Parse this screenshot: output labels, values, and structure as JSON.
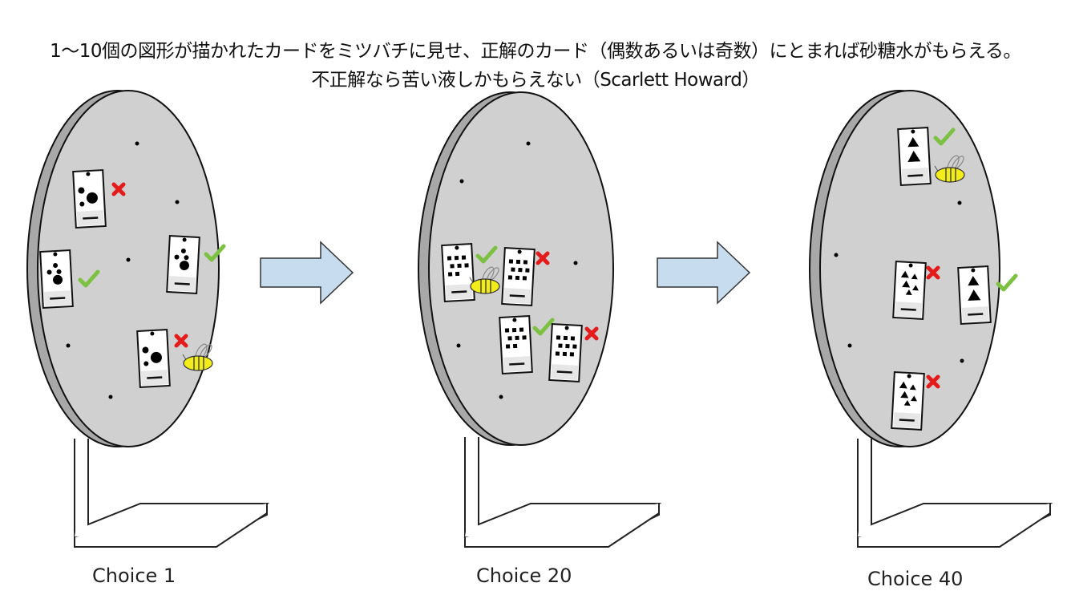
{
  "title": {
    "line1": "1〜10個の図形が描かれたカードをミツバチに見せ、正解のカード（偶数あるいは奇数）にとまれば砂糖水がもらえる。",
    "line2": "不正解なら苦い液しかもらえない（Scarlett Howard）"
  },
  "panels": [
    {
      "label": "Choice 1",
      "shape": "circle",
      "cards": [
        {
          "result": "incorrect"
        },
        {
          "result": "correct"
        },
        {
          "result": "correct"
        },
        {
          "result": "incorrect",
          "bee": true
        }
      ]
    },
    {
      "label": "Choice 20",
      "shape": "square",
      "cards": [
        {
          "result": "correct",
          "bee": true
        },
        {
          "result": "incorrect"
        },
        {
          "result": "correct"
        },
        {
          "result": "incorrect"
        }
      ]
    },
    {
      "label": "Choice 40",
      "shape": "triangle",
      "cards": [
        {
          "result": "correct",
          "bee": true
        },
        {
          "result": "incorrect"
        },
        {
          "result": "correct"
        },
        {
          "result": "incorrect"
        }
      ]
    }
  ],
  "colors": {
    "disc": "#d0d0d0",
    "rim": "#a8a8a8",
    "arrow": "#c7dcef",
    "correct": "#7dc142",
    "incorrect": "#e41b1b",
    "bee": "#f2ec1a"
  }
}
